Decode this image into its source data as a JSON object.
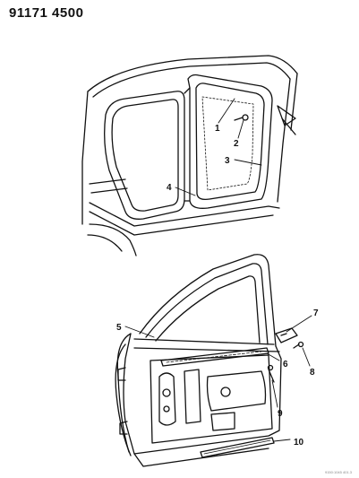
{
  "header": {
    "code": "91171 4500"
  },
  "callouts": {
    "c1": "1",
    "c2": "2",
    "c3": "3",
    "c4": "4",
    "c5": "5",
    "c6": "6",
    "c7": "7",
    "c8": "8",
    "c9": "9",
    "c10": "10"
  },
  "footer": {
    "code": "9150:1045 401.3"
  }
}
